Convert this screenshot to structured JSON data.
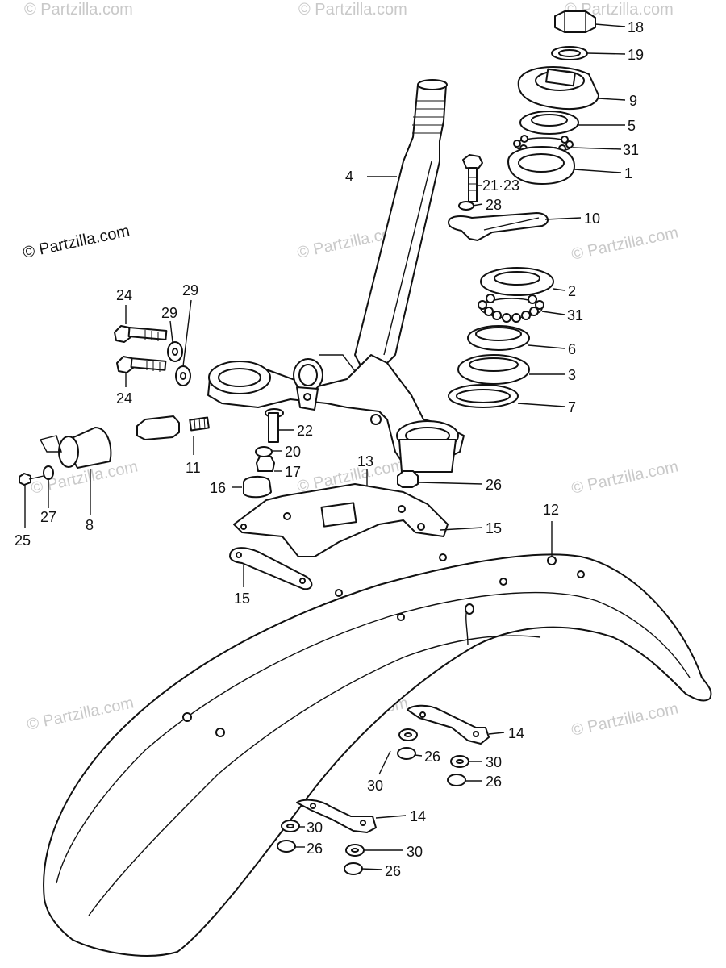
{
  "watermark": {
    "text": "© Partzilla.com"
  },
  "callouts": [
    {
      "id": "c18",
      "label": "18"
    },
    {
      "id": "c19",
      "label": "19"
    },
    {
      "id": "c9",
      "label": "9"
    },
    {
      "id": "c5",
      "label": "5"
    },
    {
      "id": "c31a",
      "label": "31"
    },
    {
      "id": "c1",
      "label": "1"
    },
    {
      "id": "c2123",
      "label": "21·23"
    },
    {
      "id": "c28",
      "label": "28"
    },
    {
      "id": "c10",
      "label": "10"
    },
    {
      "id": "c4",
      "label": "4"
    },
    {
      "id": "c2",
      "label": "2"
    },
    {
      "id": "c31b",
      "label": "31"
    },
    {
      "id": "c6",
      "label": "6"
    },
    {
      "id": "c3",
      "label": "3"
    },
    {
      "id": "c7",
      "label": "7"
    },
    {
      "id": "c24a",
      "label": "24"
    },
    {
      "id": "c29a",
      "label": "29"
    },
    {
      "id": "c29b",
      "label": "29"
    },
    {
      "id": "c24b",
      "label": "24"
    },
    {
      "id": "c22",
      "label": "22"
    },
    {
      "id": "c20",
      "label": "20"
    },
    {
      "id": "c17",
      "label": "17"
    },
    {
      "id": "c16",
      "label": "16"
    },
    {
      "id": "c11",
      "label": "11"
    },
    {
      "id": "c8",
      "label": "8"
    },
    {
      "id": "c27",
      "label": "27"
    },
    {
      "id": "c25",
      "label": "25"
    },
    {
      "id": "c13",
      "label": "13"
    },
    {
      "id": "c26a",
      "label": "26"
    },
    {
      "id": "c15a",
      "label": "15"
    },
    {
      "id": "c15b",
      "label": "15"
    },
    {
      "id": "c12",
      "label": "12"
    },
    {
      "id": "c14a",
      "label": "14"
    },
    {
      "id": "c26b",
      "label": "26"
    },
    {
      "id": "c30a",
      "label": "30"
    },
    {
      "id": "c30b",
      "label": "30"
    },
    {
      "id": "c26c",
      "label": "26"
    },
    {
      "id": "c14b",
      "label": "14"
    },
    {
      "id": "c30c",
      "label": "30"
    },
    {
      "id": "c26d",
      "label": "26"
    },
    {
      "id": "c30d",
      "label": "30"
    },
    {
      "id": "c26e",
      "label": "26"
    }
  ]
}
